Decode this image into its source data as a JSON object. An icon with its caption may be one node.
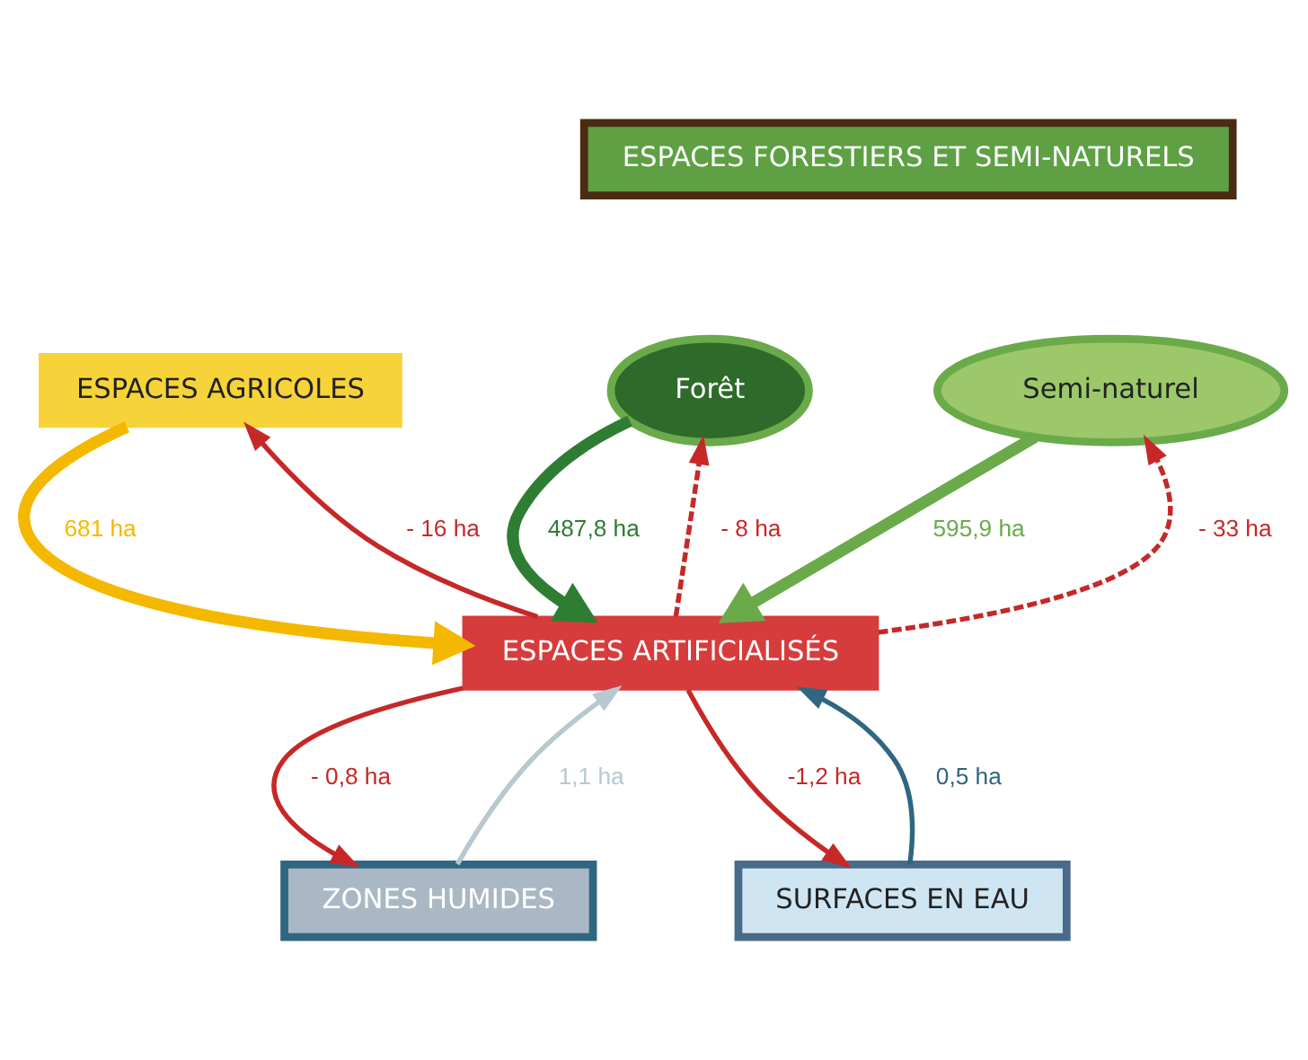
{
  "diagram": {
    "nodes": [
      {
        "text": [
          "ESPACES AGRICOLES"
        ]
      },
      {
        "text": [
          "ESPACES FORESTIERS ET SEMI-NATURELS"
        ]
      },
      {
        "text": [
          "Forêt"
        ]
      },
      {
        "text": [
          "Semi-naturel"
        ]
      },
      {
        "text": [
          "ESPACES ARTIFICIALISÉS"
        ]
      },
      {
        "text": [
          "ZONES HUMIDES"
        ]
      },
      {
        "text": [
          "SURFACES EN EAU"
        ]
      }
    ],
    "edges": [
      {
        "from": 0,
        "to": 4,
        "arrow": "to",
        "label": "681 ha",
        "style": "thick",
        "color": "#f5b800"
      },
      {
        "from": 4,
        "to": 0,
        "arrow": "to",
        "label": "- 16 ha"
      },
      {
        "from": 2,
        "to": 4,
        "arrow": "to",
        "label": "487,8 ha",
        "style": "thick",
        "color": "#2e7d32"
      },
      {
        "from": 4,
        "to": 2,
        "arrow": "to",
        "label": "- 8 ha",
        "style": "dashed"
      },
      {
        "from": 4,
        "to": 3,
        "arrow": "to",
        "label": "- 33 ha",
        "style": "dashed"
      },
      {
        "from": 3,
        "to": 4,
        "arrow": "to",
        "label": "595,9 ha",
        "style": "thick",
        "color": "#6aaa4a"
      },
      {
        "from": 4,
        "to": 5,
        "arrow": "to",
        "label": "- 0,8 ha"
      },
      {
        "from": 5,
        "to": 4,
        "arrow": "to",
        "label": "1,1 ha",
        "color": "#b8c8d0"
      },
      {
        "from": 6,
        "to": 4,
        "arrow": "to",
        "label": "0,5 ha",
        "color": "#2f6680"
      },
      {
        "from": 4,
        "to": 6,
        "arrow": "to",
        "label": "-1,2 ha"
      }
    ]
  }
}
